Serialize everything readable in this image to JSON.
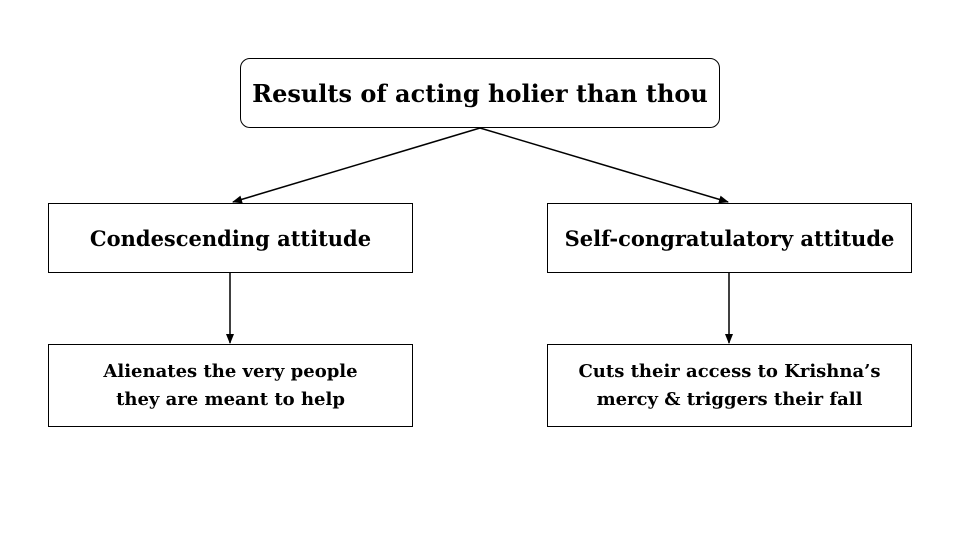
{
  "diagram": {
    "root": {
      "label": "Results of acting holier than thou"
    },
    "branches": [
      {
        "label": "Condescending attitude",
        "outcome_lines": [
          "Alienates the very people",
          "they are meant to help"
        ]
      },
      {
        "label": "Self-congratulatory attitude",
        "outcome_lines": [
          "Cuts their access to Krishna’s",
          "mercy & triggers their fall"
        ]
      }
    ],
    "colors": {
      "stroke": "#000000",
      "background": "#ffffff",
      "text": "#000000"
    }
  }
}
